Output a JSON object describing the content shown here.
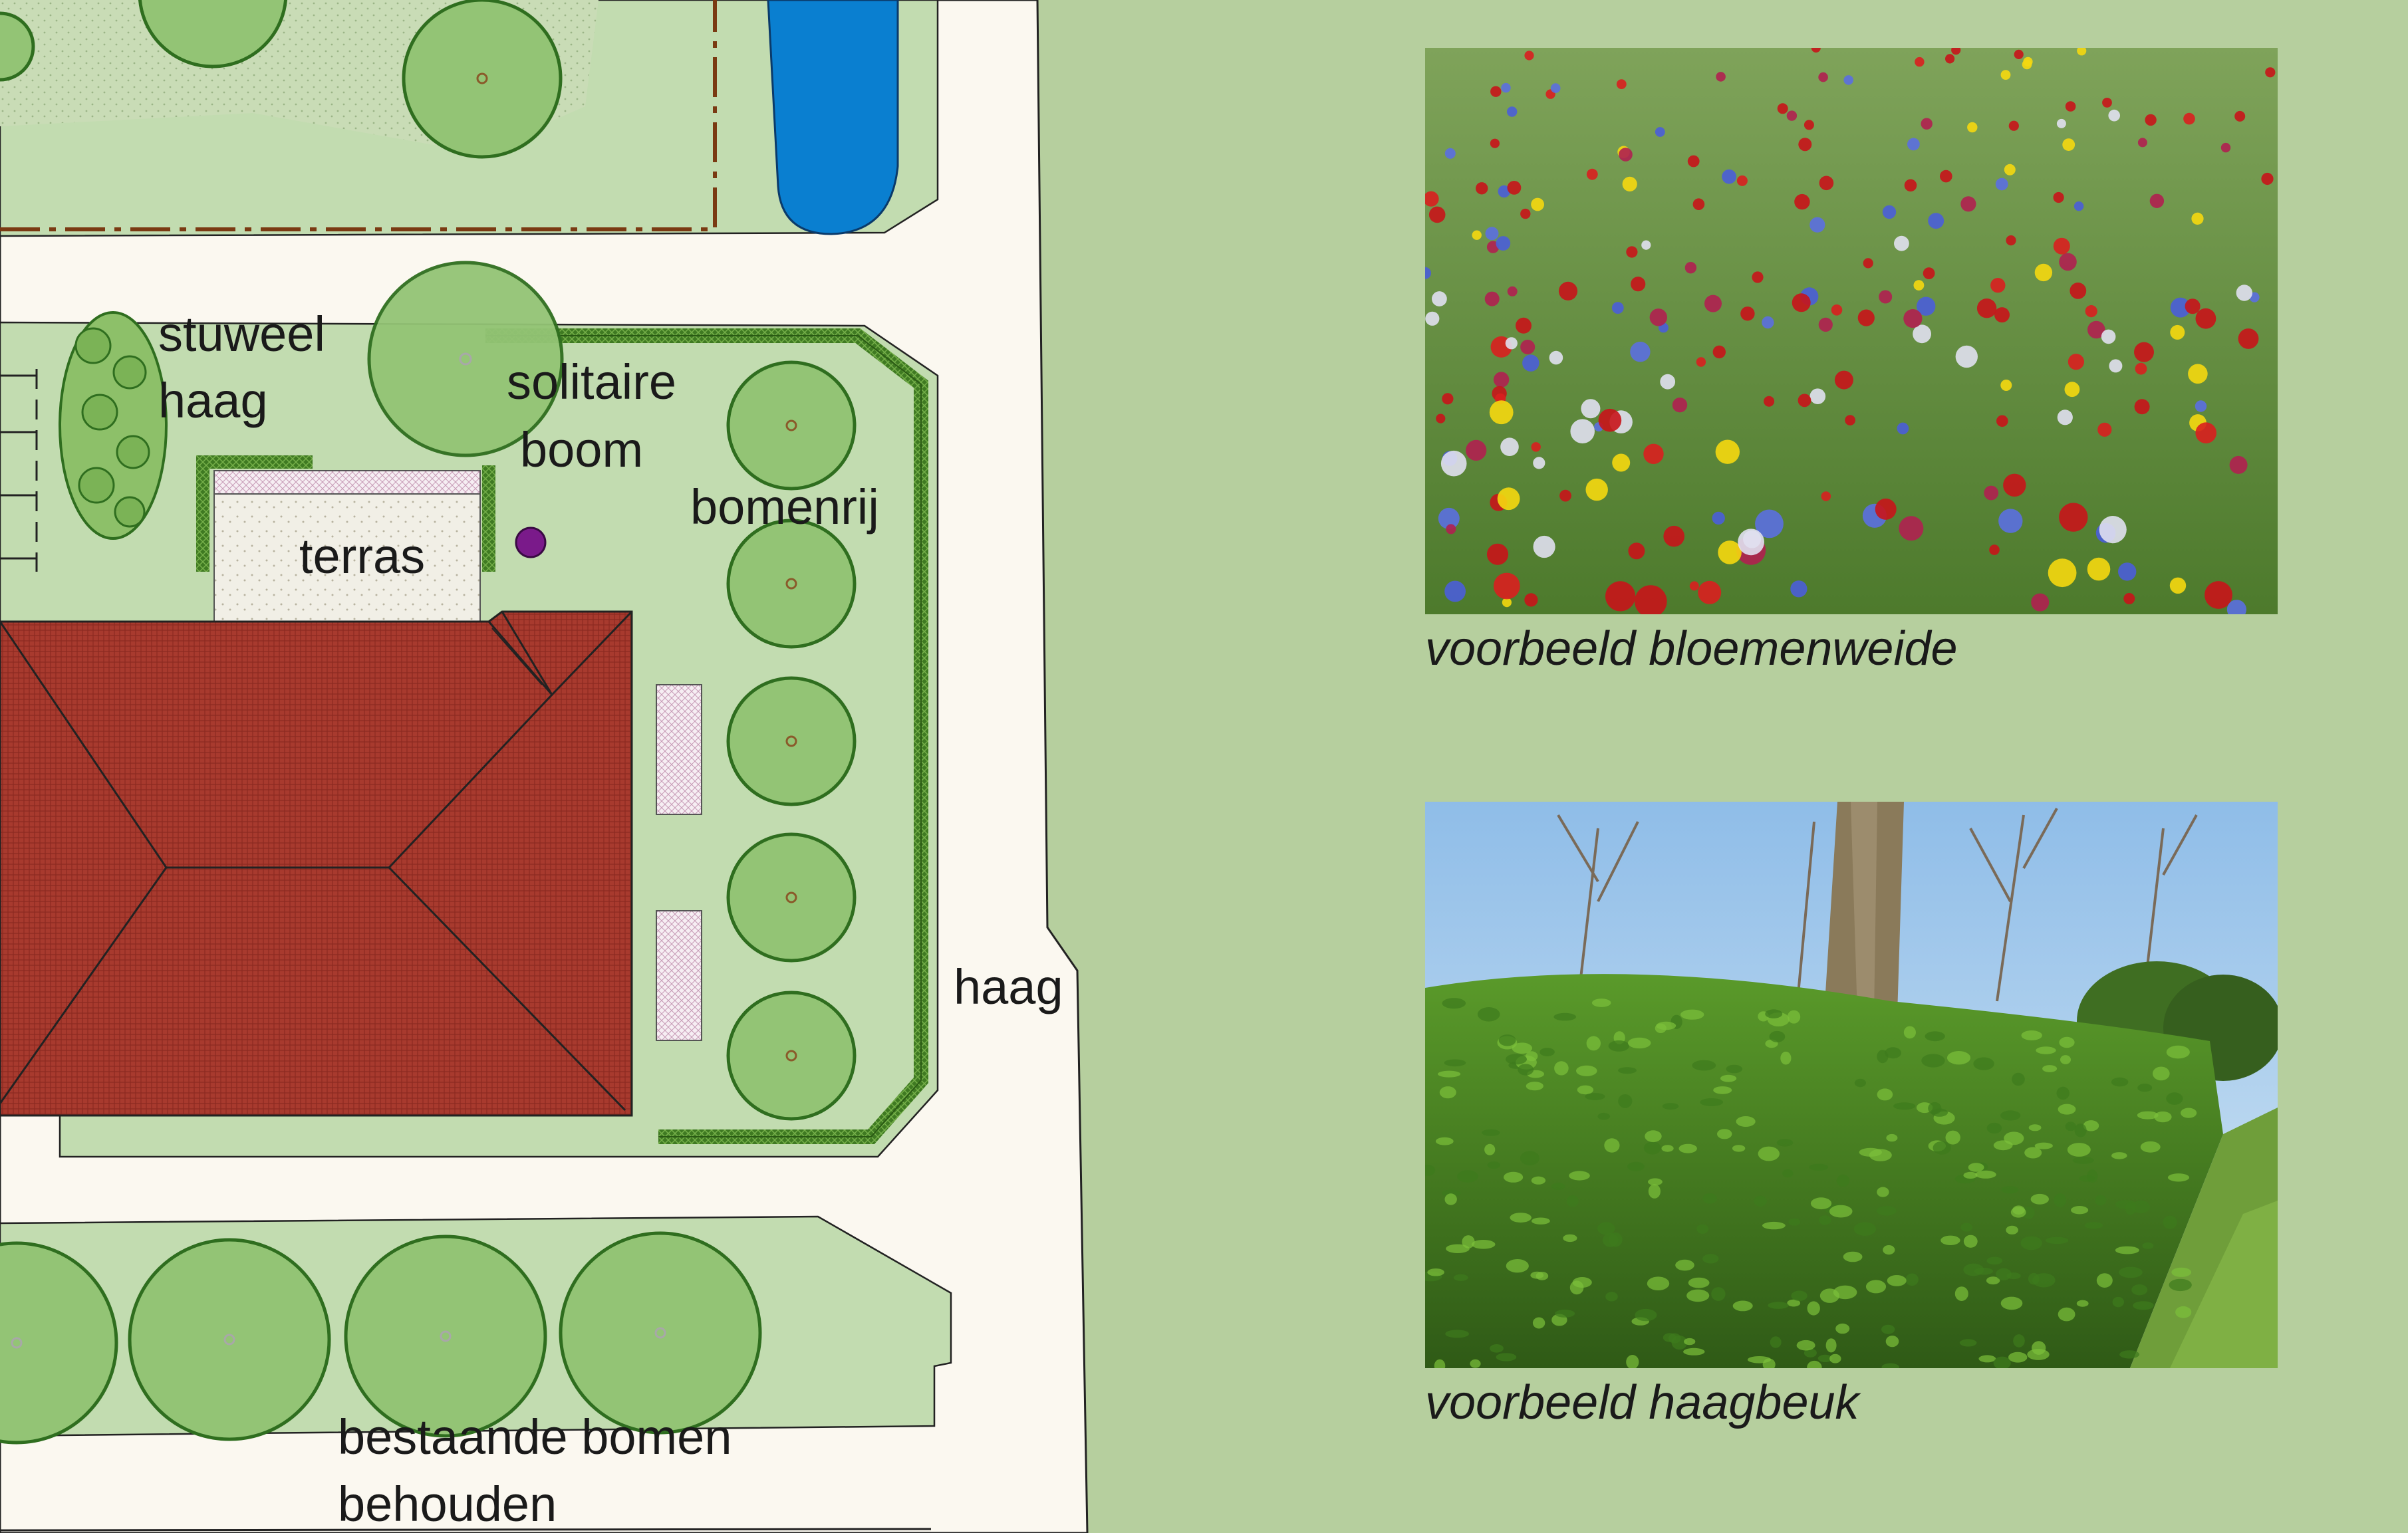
{
  "labels": {
    "stuweel": "stuweel",
    "haag_left": "haag",
    "solitaire": "solitaire",
    "boom": "boom",
    "bomenrij": "bomenrij",
    "terras": "terras",
    "haag_right": "haag",
    "bestaande": "bestaande bomen",
    "behouden": "behouden"
  },
  "photos": [
    {
      "caption": "voorbeeld bloemenweide"
    },
    {
      "caption": "voorbeeld haagbeuk"
    }
  ],
  "colors": {
    "background": "#b6cf9e",
    "lawn": "#c2dcb0",
    "road": "#fbf8f0",
    "roof": "#a83a2e",
    "hedge": "#4f8a2e",
    "water": "#0a7fd0",
    "tree": "#93c475",
    "tree_outline": "#2f6e1f",
    "accent_point": "#7a1a8a"
  }
}
